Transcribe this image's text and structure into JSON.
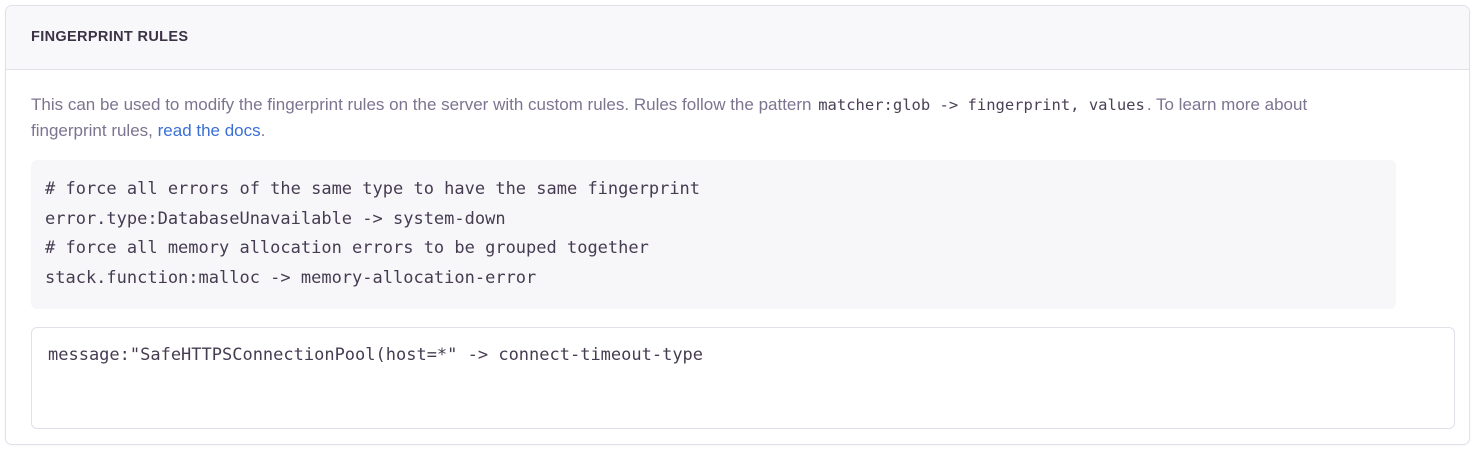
{
  "card": {
    "title": "FINGERPRINT RULES",
    "description": {
      "before_code": "This can be used to modify the fingerprint rules on the server with custom rules. Rules follow the pattern ",
      "inline_code": "matcher:glob -> fingerprint, values",
      "after_code": ". To learn more about fingerprint rules, ",
      "link_text": "read the docs",
      "after_link": "."
    },
    "example_code": "# force all errors of the same type to have the same fingerprint\nerror.type:DatabaseUnavailable -> system-down\n# force all memory allocation errors to be grouped together\nstack.function:malloc -> memory-allocation-error",
    "rules_input": {
      "value": "message:\"SafeHTTPSConnectionPool(host=*\" -> connect-timeout-type",
      "placeholder": ""
    }
  },
  "colors": {
    "card_border": "#e2e0e9",
    "header_background": "#f8f8fa",
    "title_text": "#3c3246",
    "body_text": "#7d7490",
    "link": "#3b6fd4",
    "code_text": "#463c52",
    "code_background": "#f7f7f9"
  }
}
